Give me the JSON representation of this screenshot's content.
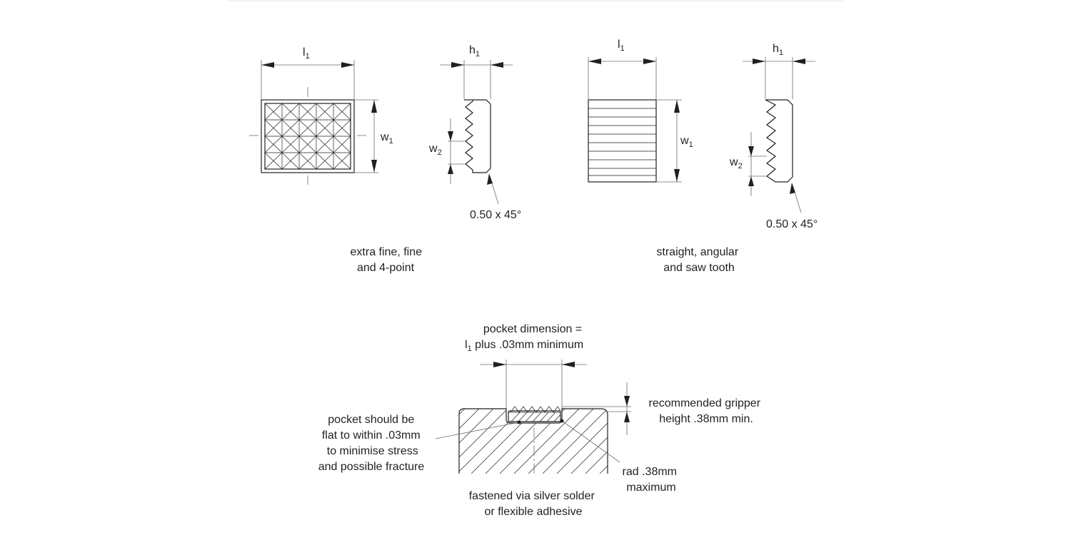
{
  "labels": {
    "l1": "l",
    "l1_sub": "1",
    "h1": "h",
    "h1_sub": "1",
    "w1": "w",
    "w1_sub": "1",
    "w2": "w",
    "w2_sub": "2",
    "chamfer": "0.50 x 45°"
  },
  "caption_left": [
    "extra fine, fine",
    "and 4-point"
  ],
  "caption_right": [
    "straight, angular",
    "and saw tooth"
  ],
  "pocket_dimension": {
    "line1": "pocket dimension =",
    "line2_symbol": "l",
    "line2_sub": "1",
    "line2_rest": " plus .03mm minimum"
  },
  "gripper_height": [
    "recommended gripper",
    "height .38mm min."
  ],
  "pocket_flat": [
    "pocket should be",
    "flat to within .03mm",
    "to minimise stress",
    "and possible fracture"
  ],
  "rad": [
    "rad .38mm",
    "maximum"
  ],
  "fastened": [
    "fastened via silver solder",
    "or flexible adhesive"
  ]
}
